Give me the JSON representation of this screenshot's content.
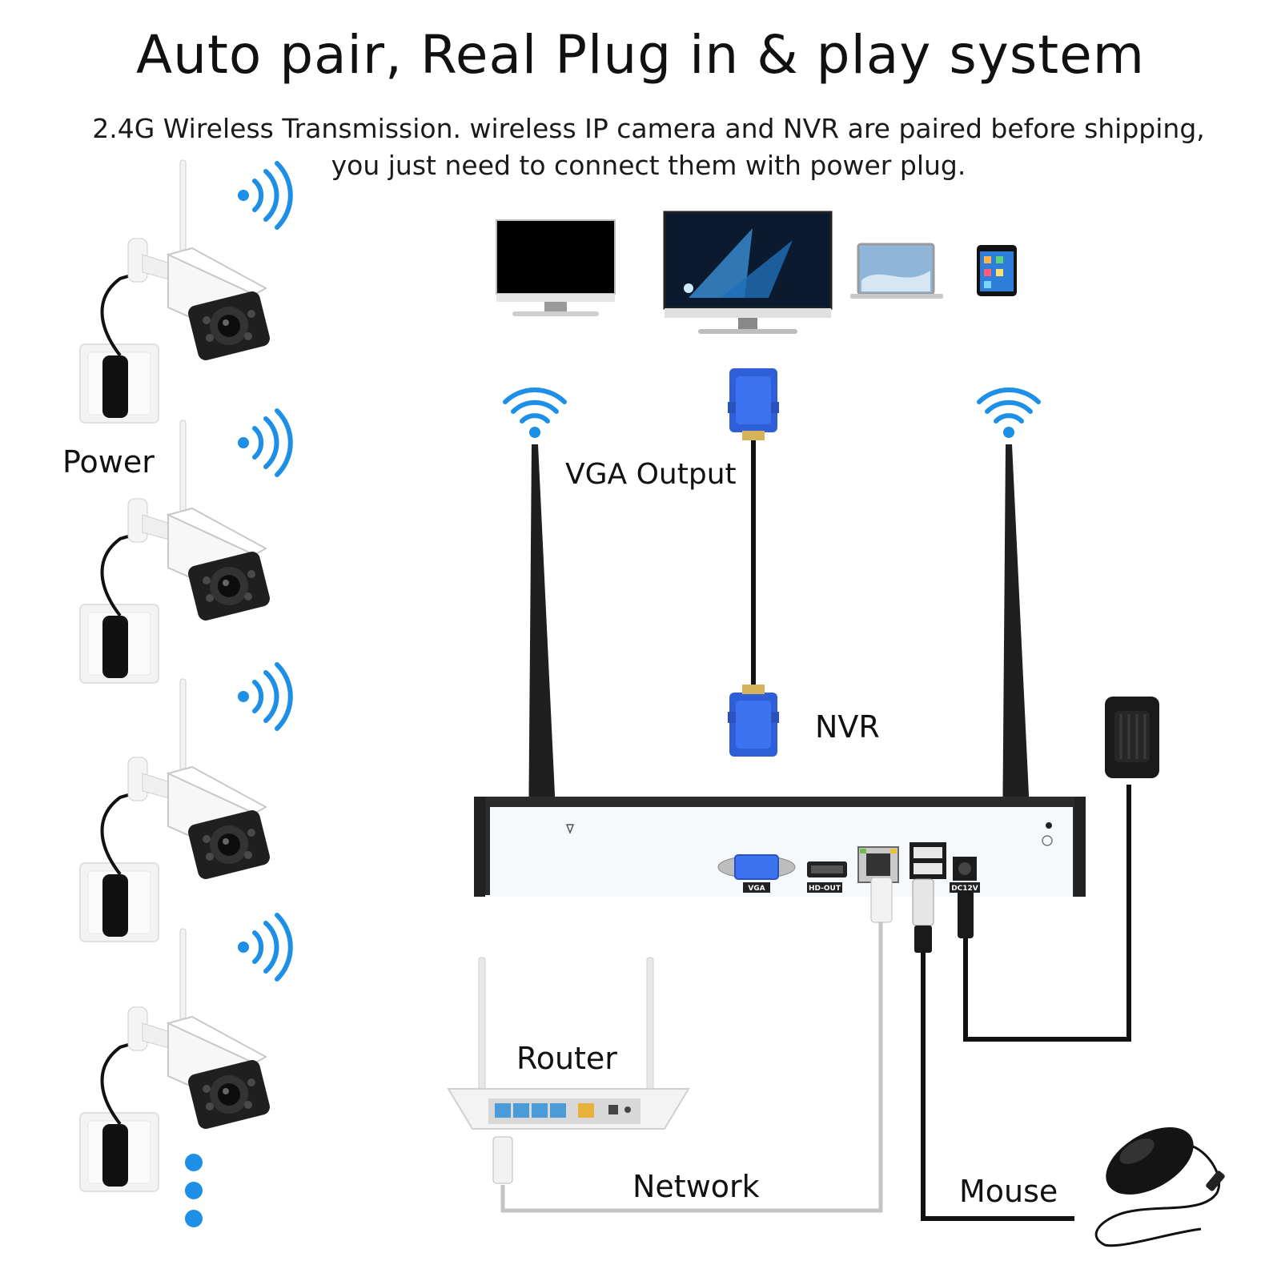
{
  "header": {
    "title": "Auto pair, Real Plug in & play system",
    "subtitle_line1": "2.4G Wireless Transmission. wireless IP camera and NVR are paired before shipping,",
    "subtitle_line2": "you just need to connect them with power plug."
  },
  "labels": {
    "power": "Power",
    "vga_output": "VGA Output",
    "nvr": "NVR",
    "router": "Router",
    "network": "Network",
    "mouse": "Mouse"
  },
  "ports": {
    "vga": "VGA",
    "hd_out": "HD-OUT",
    "dc": "DC12V"
  },
  "colors": {
    "wifi_blue": "#1e8fe6",
    "vga_blue": "#2f5fd8",
    "nvr_body": "#2b2b2b",
    "cable_black": "#111111",
    "cable_grey": "#bdbdbd"
  },
  "icons": {
    "camera": "bullet-camera-icon",
    "wifi": "wifi-icon",
    "signal": "wireless-signal-icon",
    "monitor": "monitor-icon",
    "laptop": "laptop-icon",
    "phone": "phone-icon",
    "router": "router-icon",
    "mouse": "mouse-icon",
    "adapter": "power-adapter-icon"
  }
}
